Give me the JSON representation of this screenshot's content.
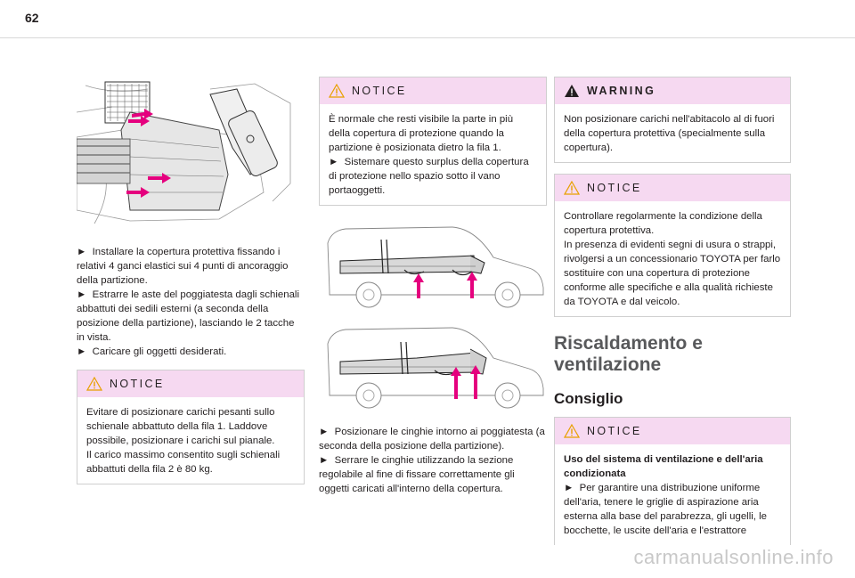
{
  "page": {
    "number": "62",
    "watermark": "carmanualsonline.info"
  },
  "col1": {
    "instructions": [
      "Installare la copertura protettiva fissando i relativi 4 ganci elastici sui 4 punti di ancoraggio della partizione.",
      "Estrarre le aste del poggiatesta dagli schienali abbattuti dei sedili esterni (a seconda della posizione della partizione), lasciando le 2 tacche in vista.",
      "Caricare gli oggetti desiderati."
    ],
    "notice": {
      "title": "NOTICE",
      "lines": [
        "Evitare di posizionare carichi pesanti sullo schienale abbattuto della fila 1. Laddove possibile, posizionare i carichi sul pianale.",
        "Il carico massimo consentito sugli schienali abbattuti della fila 2 è 80 kg."
      ]
    }
  },
  "col2": {
    "notice": {
      "title": "NOTICE",
      "line": "È normale che resti visibile la parte in più della copertura di protezione quando la partizione è posizionata dietro la fila 1.",
      "bullet": "Sistemare questo surplus della copertura di protezione nello spazio sotto il vano portaoggetti."
    },
    "instructions": [
      "Posizionare le cinghie intorno ai poggiatesta (a seconda della posizione della partizione).",
      "Serrare le cinghie utilizzando la sezione regolabile al fine di fissare correttamente gli oggetti caricati all'interno della copertura."
    ]
  },
  "col3": {
    "warning": {
      "title": "WARNING",
      "line": "Non posizionare carichi nell'abitacolo al di fuori della copertura protettiva (specialmente sulla copertura)."
    },
    "notice": {
      "title": "NOTICE",
      "lines": [
        "Controllare regolarmente la condizione della copertura protettiva.",
        "In presenza di evidenti segni di usura o strappi, rivolgersi a un concessionario TOYOTA per farlo sostituire con una copertura di protezione conforme alle specifiche e alla qualità richieste da TOYOTA e dal veicolo."
      ]
    },
    "section_title": "Riscaldamento e ventilazione",
    "subsection_title": "Consiglio",
    "notice2": {
      "title": "NOTICE",
      "heading": "Uso del sistema di ventilazione e dell'aria condizionata",
      "bullet": "Per garantire una distribuzione uniforme dell'aria, tenere le griglie di aspirazione aria esterna alla base del parabrezza, gli ugelli, le bocchette, le uscite dell'aria e l'estrattore"
    }
  },
  "colors": {
    "box_header": "#f6d9f1",
    "arrow": "#e5007e",
    "text": "#231f20",
    "title_gray": "#58595b"
  },
  "icons": [
    "warning-triangle-outline-icon",
    "warning-triangle-filled-icon",
    "bullet-triangle-icon"
  ]
}
